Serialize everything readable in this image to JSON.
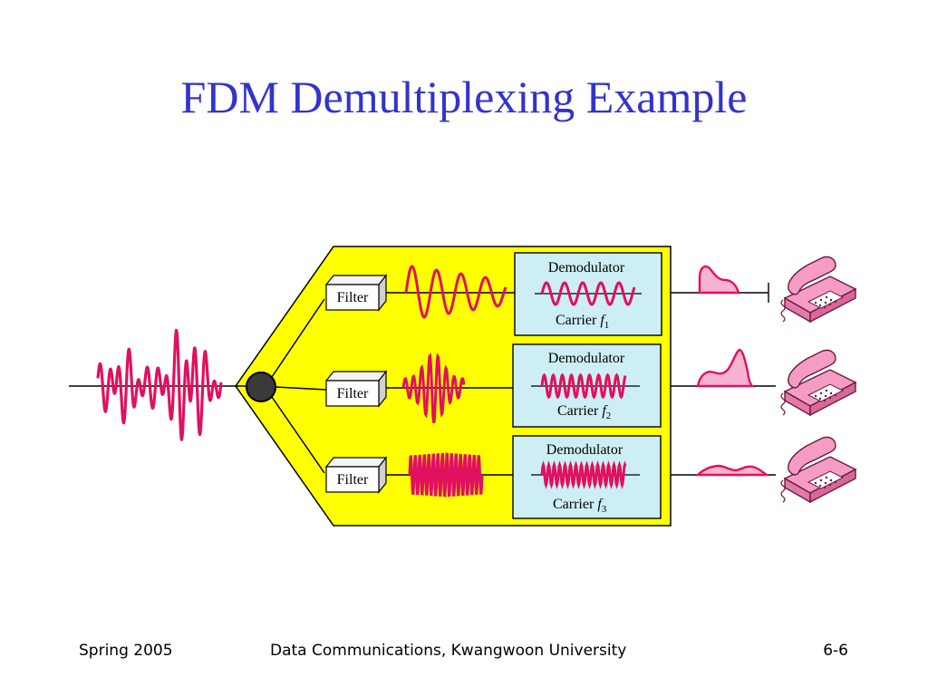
{
  "slide": {
    "title": "FDM Demultiplexing Example"
  },
  "diagram": {
    "channels": [
      {
        "filter_label": "Filter",
        "demod_label": "Demodulator",
        "carrier_label": "Carrier ",
        "carrier_symbol": "f",
        "carrier_index": "1"
      },
      {
        "filter_label": "Filter",
        "demod_label": "Demodulator",
        "carrier_label": "Carrier ",
        "carrier_symbol": "f",
        "carrier_index": "2"
      },
      {
        "filter_label": "Filter",
        "demod_label": "Demodulator",
        "carrier_label": "Carrier ",
        "carrier_symbol": "f",
        "carrier_index": "3"
      }
    ],
    "colors": {
      "panel": "#ffff00",
      "demod_box": "#cdeef5",
      "signal": "#e0115f",
      "baseband_fill": "#f7b3d1",
      "phone": "#f59cc5",
      "title": "#3333cc"
    },
    "icons": [
      "splitter-node-icon",
      "filter-box-icon",
      "telephone-icon"
    ]
  },
  "footer": {
    "left": "Spring 2005",
    "center": "Data Communications, Kwangwoon University",
    "right": "6-6"
  }
}
